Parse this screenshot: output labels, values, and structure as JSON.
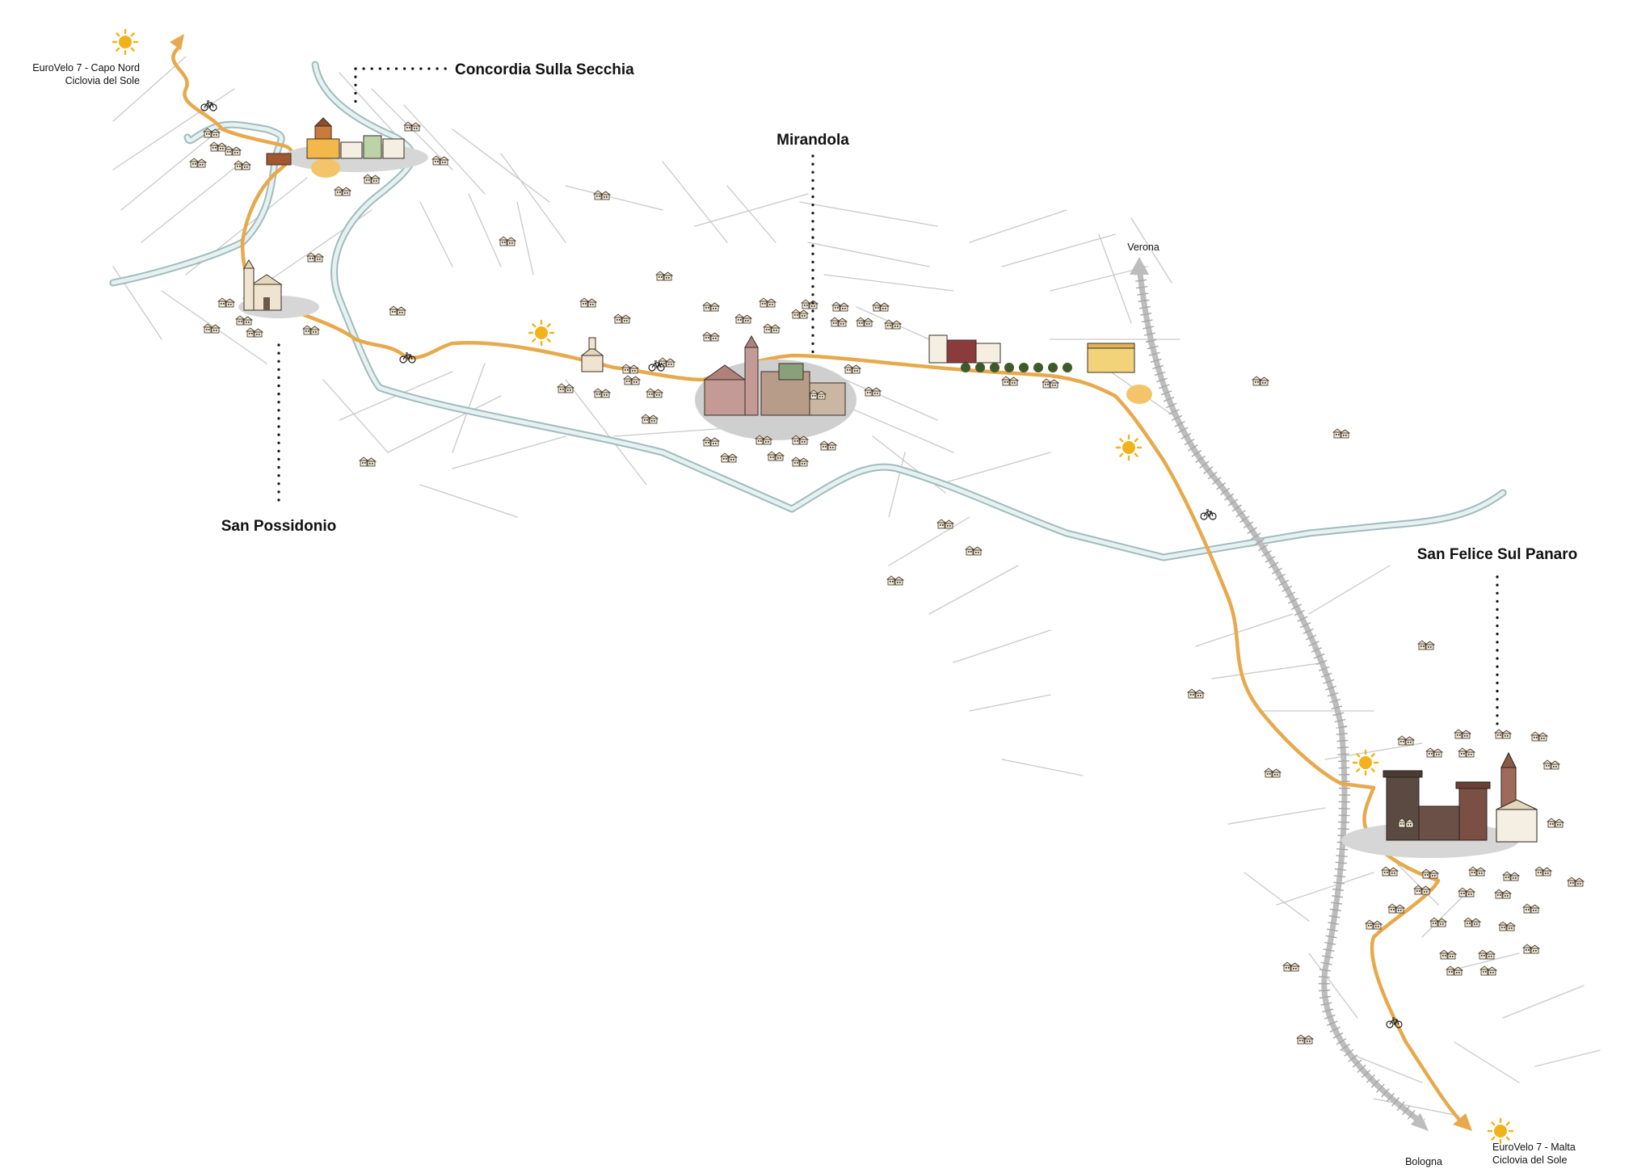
{
  "towns": {
    "concordia": "Concordia Sulla Secchia",
    "mirandola": "Mirandola",
    "san_possidonio": "San Possidonio",
    "san_felice": "San Felice Sul Panaro"
  },
  "directions": {
    "verona": "Verona",
    "bologna": "Bologna"
  },
  "eurovelo_north": {
    "line1": "EuroVelo 7 - Capo Nord",
    "line2": "Ciclovia del Sole"
  },
  "eurovelo_south": {
    "line1": "EuroVelo 7 - Malta",
    "line2": "Ciclovia del Sole"
  },
  "colors": {
    "route": "#e7a94b",
    "river": "#9fbcbd",
    "railway": "#bdbdbd",
    "streets": "#c9c9c9",
    "sun_marker": "#f2b21b",
    "labels": "#111111"
  },
  "icons": [
    "sun-icon",
    "bicycle-icon",
    "house-icon",
    "church-icon",
    "castle-icon",
    "tower-icon",
    "arrow-icon"
  ]
}
